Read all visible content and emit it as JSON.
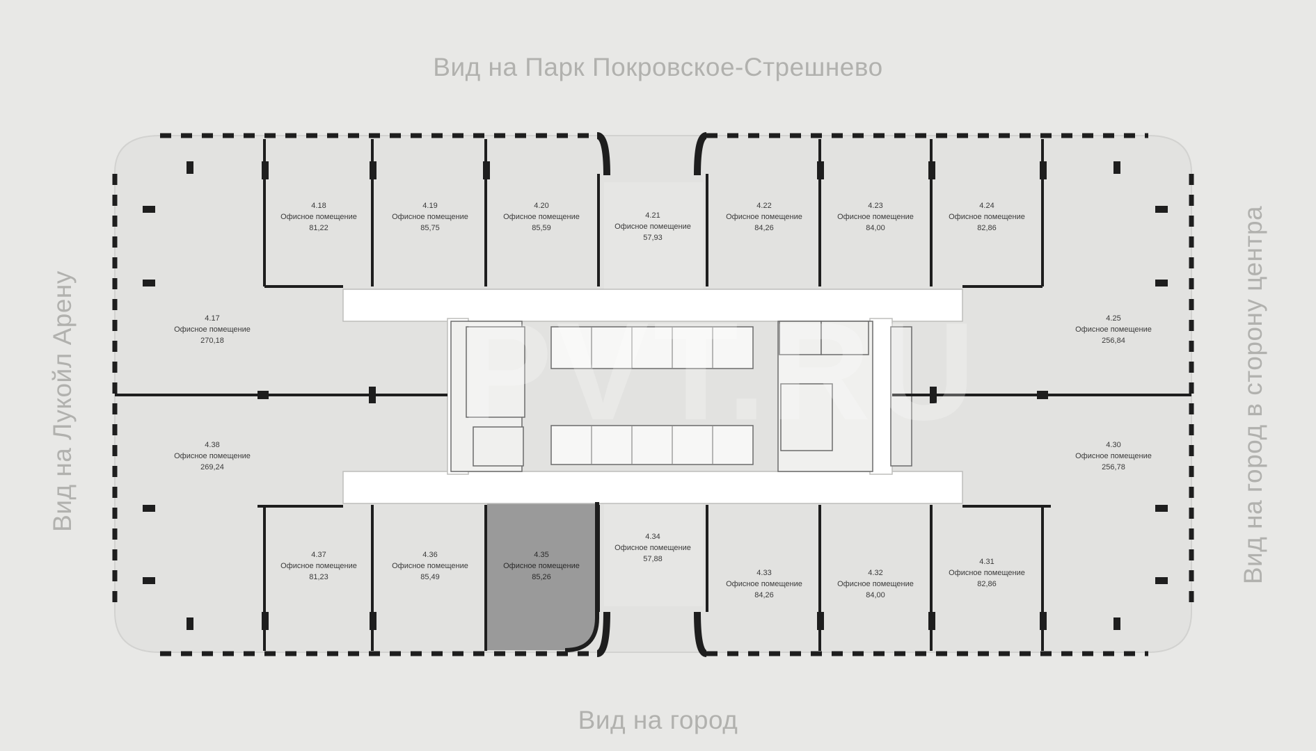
{
  "views": {
    "top": "Вид на Парк Покровское-Стрешнево",
    "bottom": "Вид на город",
    "left": "Вид на Лукойл Арену",
    "right": "Вид на город в сторону центра"
  },
  "watermark": "PVT.RU",
  "colors": {
    "background": "#e8e8e6",
    "floor": "#e2e2e0",
    "wall": "#1e1e1e",
    "corridor": "#ffffff",
    "highlighted_room": "#9a9a9a",
    "label": "#b1b1ae"
  },
  "rooms": [
    {
      "id": "4.17",
      "type": "Офисное помещение",
      "area": "270,18"
    },
    {
      "id": "4.18",
      "type": "Офисное помещение",
      "area": "81,22"
    },
    {
      "id": "4.19",
      "type": "Офисное помещение",
      "area": "85,75"
    },
    {
      "id": "4.20",
      "type": "Офисное помещение",
      "area": "85,59"
    },
    {
      "id": "4.21",
      "type": "Офисное помещение",
      "area": "57,93"
    },
    {
      "id": "4.22",
      "type": "Офисное помещение",
      "area": "84,26"
    },
    {
      "id": "4.23",
      "type": "Офисное помещение",
      "area": "84,00"
    },
    {
      "id": "4.24",
      "type": "Офисное помещение",
      "area": "82,86"
    },
    {
      "id": "4.25",
      "type": "Офисное помещение",
      "area": "256,84"
    },
    {
      "id": "4.30",
      "type": "Офисное помещение",
      "area": "256,78"
    },
    {
      "id": "4.31",
      "type": "Офисное помещение",
      "area": "82,86"
    },
    {
      "id": "4.32",
      "type": "Офисное помещение",
      "area": "84,00"
    },
    {
      "id": "4.33",
      "type": "Офисное помещение",
      "area": "84,26"
    },
    {
      "id": "4.34",
      "type": "Офисное помещение",
      "area": "57,88"
    },
    {
      "id": "4.35",
      "type": "Офисное помещение",
      "area": "85,26",
      "highlighted": true
    },
    {
      "id": "4.36",
      "type": "Офисное помещение",
      "area": "85,49"
    },
    {
      "id": "4.37",
      "type": "Офисное помещение",
      "area": "81,23"
    },
    {
      "id": "4.38",
      "type": "Офисное помещение",
      "area": "269,24"
    }
  ]
}
